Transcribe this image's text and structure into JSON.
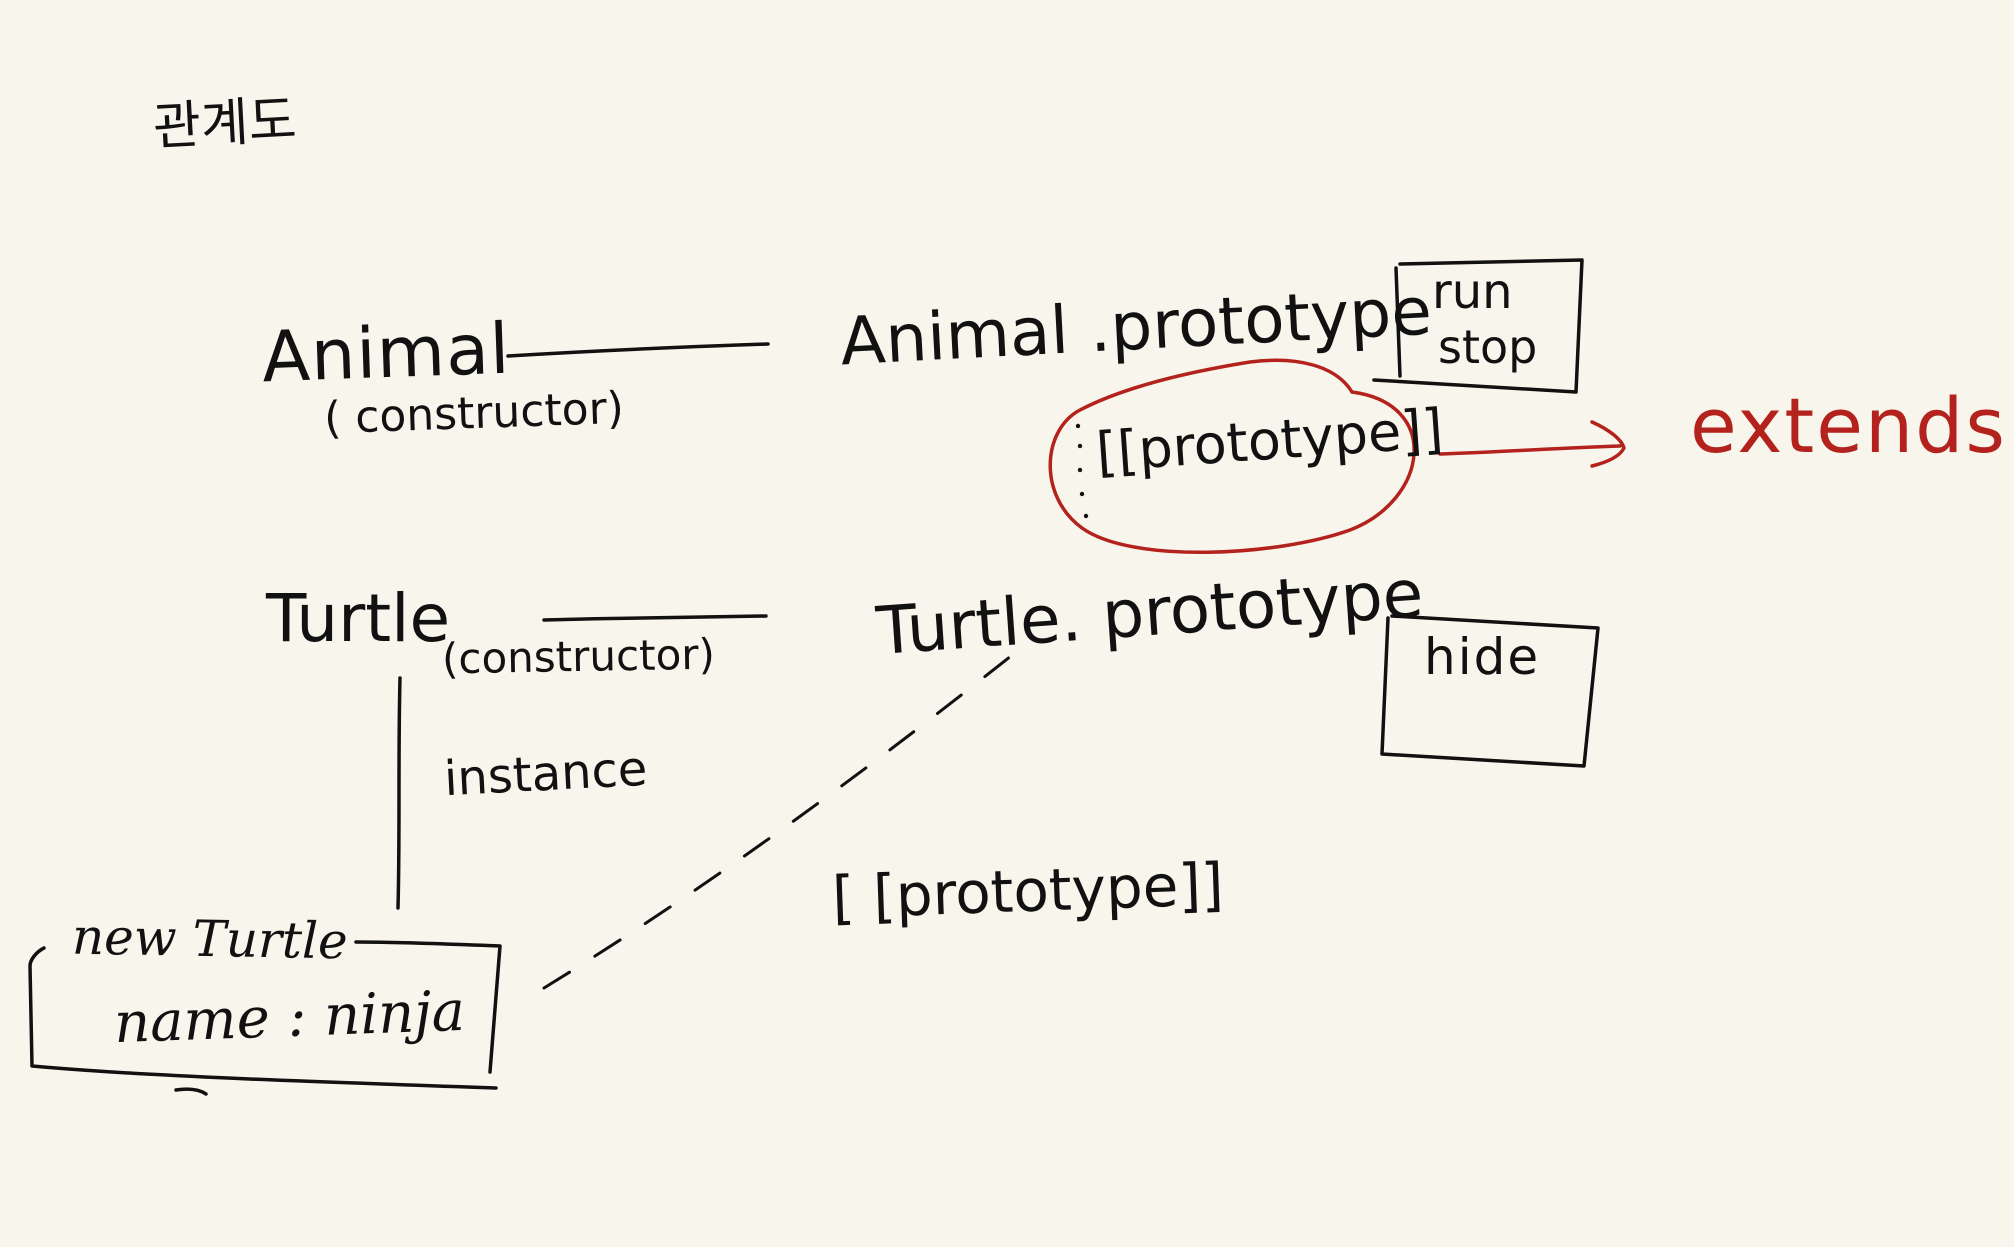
{
  "diagram": {
    "title": "관계도",
    "animal": {
      "name": "Animal",
      "sub_label": "( constructor)",
      "prototype_label": "Animal .prototype",
      "methods": [
        "run",
        "stop"
      ],
      "link_label": "[[prototype]]"
    },
    "extends_label": "extends",
    "turtle": {
      "name": "Turtle",
      "sub_label": "(constructor)",
      "prototype_label": "Turtle. prototype",
      "methods": [
        "hide"
      ]
    },
    "instance_label": "instance",
    "instance_link_label": "[ [prototype]]",
    "instance_box": {
      "title": "new Turtle",
      "property": "name : ninja"
    }
  },
  "colors": {
    "background": "#f8f6ec",
    "ink": "#111111",
    "accent": "#b3221c"
  }
}
